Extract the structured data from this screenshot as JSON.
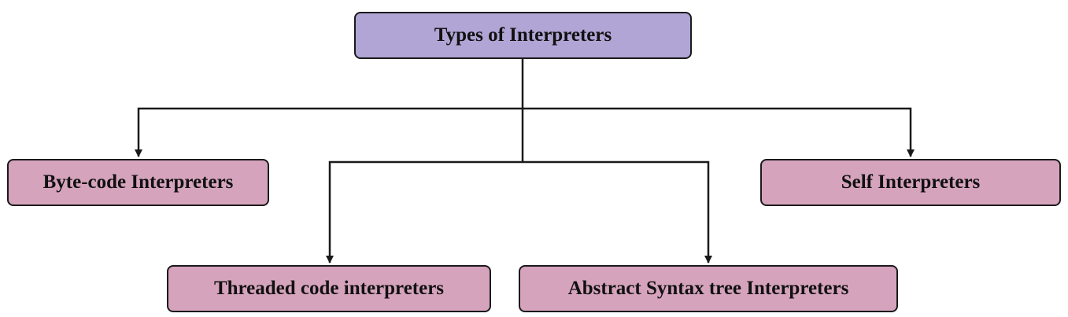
{
  "diagram": {
    "root": {
      "label": "Types of Interpreters"
    },
    "children": [
      {
        "label": "Byte-code Interpreters"
      },
      {
        "label": "Self Interpreters"
      },
      {
        "label": "Threaded code interpreters"
      },
      {
        "label": "Abstract Syntax tree Interpreters"
      }
    ]
  },
  "colors": {
    "root_fill": "#b1a5d6",
    "child_fill": "#d6a3bd",
    "stroke": "#1a1a1a"
  }
}
